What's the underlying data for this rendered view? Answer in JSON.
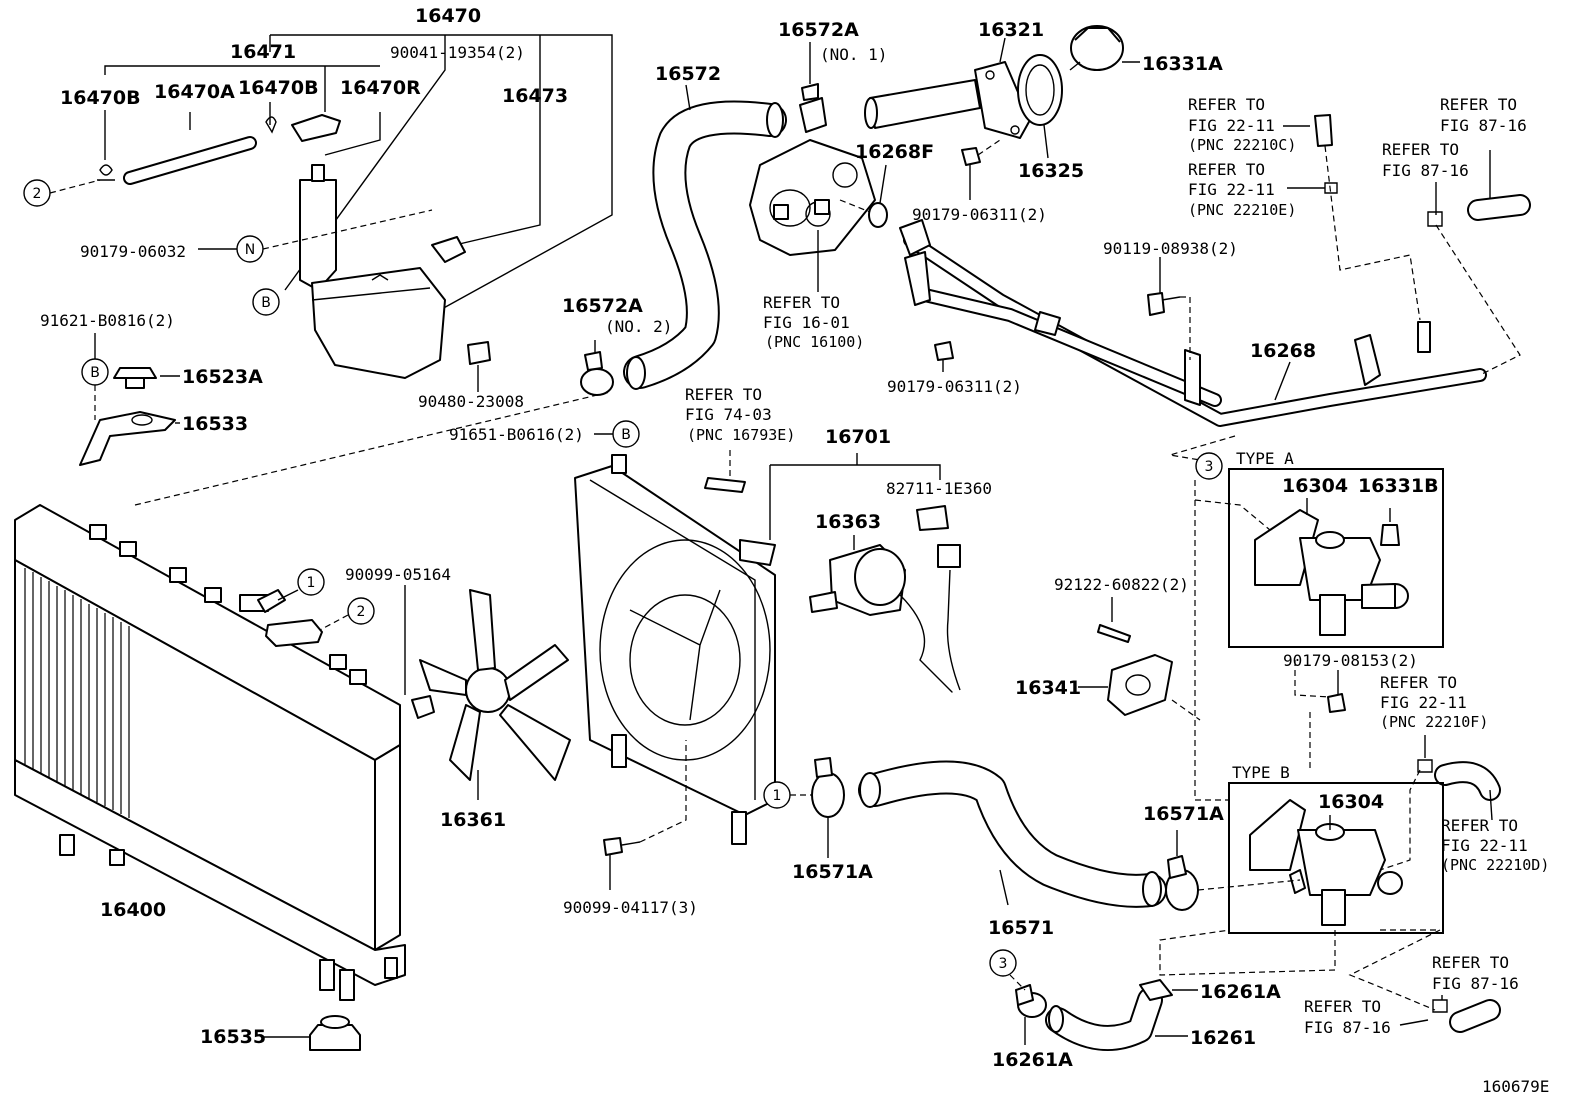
{
  "labels": {
    "p16470": "16470",
    "p16471": "16471",
    "p90041": "90041-19354(2)",
    "p16470b_1": "16470B",
    "p16470a": "16470A",
    "p16470b_2": "16470B",
    "p16470r": "16470R",
    "p16473": "16473",
    "p90179_06032": "90179-06032",
    "p91621": "91621-B0816(2)",
    "p16523a": "16523A",
    "p16533": "16533",
    "p16572": "16572",
    "p16572a_top": "16572A",
    "no1": "(NO. 1)",
    "p16572a_mid": "16572A",
    "no2": "(NO. 2)",
    "p90480": "90480-23008",
    "p91651": "91651-B0616(2)",
    "p16321": "16321",
    "p16331a": "16331A",
    "p16268f": "16268F",
    "p16325": "16325",
    "p90179_06311_a": "90179-06311(2)",
    "p90179_06311_b": "90179-06311(2)",
    "p90119": "90119-08938(2)",
    "p16268": "16268",
    "p16701": "16701",
    "p82711": "82711-1E360",
    "p16363": "16363",
    "p90099_05164": "90099-05164",
    "p16361": "16361",
    "p90099_04117": "90099-04117(3)",
    "p16400": "16400",
    "p16535": "16535",
    "p16571a_mid": "16571A",
    "p16571a_right": "16571A",
    "p16571": "16571",
    "p92122": "92122-60822(2)",
    "p16341": "16341",
    "p16304_a": "16304",
    "p16331b": "16331B",
    "p90179_08153": "90179-08153(2)",
    "p16304_b": "16304",
    "p16261a_right": "16261A",
    "p16261a_bottom": "16261A",
    "p16261": "16261",
    "type_a": "TYPE A",
    "type_b": "TYPE B",
    "figure_id": "160679E"
  },
  "refs": {
    "r_16_01": [
      "REFER TO",
      "FIG 16-01",
      "(PNC 16100)"
    ],
    "r_74_03": [
      "REFER TO",
      "FIG 74-03",
      "(PNC 16793E)"
    ],
    "r_22_11_c": [
      "REFER TO",
      "FIG 22-11",
      "(PNC 22210C)"
    ],
    "r_22_11_e": [
      "REFER TO",
      "FIG 22-11",
      "(PNC 22210E)"
    ],
    "r_87_16_a": [
      "REFER TO",
      "FIG 87-16"
    ],
    "r_87_16_b": [
      "REFER TO",
      "FIG 87-16"
    ],
    "r_22_11_f": [
      "REFER TO",
      "FIG 22-11",
      "(PNC 22210F)"
    ],
    "r_22_11_d": [
      "REFER TO",
      "FIG 22-11",
      "(PNC 22210D)"
    ],
    "r_87_16_c": [
      "REFER TO",
      "FIG 87-16"
    ],
    "r_87_16_d": [
      "REFER TO",
      "FIG 87-16"
    ]
  },
  "markers": {
    "m2_left": "2",
    "mN": "N",
    "mB_tank": "B",
    "mB_left": "B",
    "mB_mid": "B",
    "m1_cap": "1",
    "m2_cap": "2",
    "m1_hose": "1",
    "m3_typea": "3",
    "m3_bottom": "3"
  }
}
